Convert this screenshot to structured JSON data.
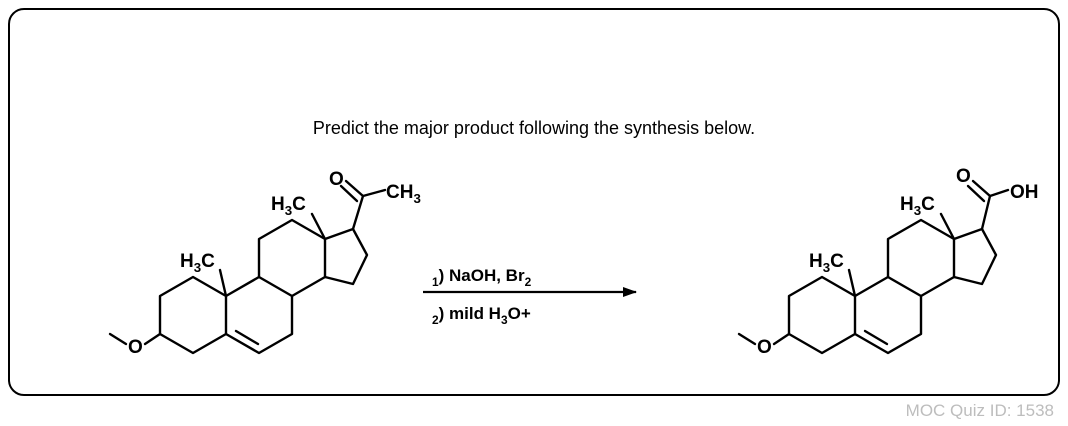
{
  "question": "Predict the major product following the synthesis below.",
  "quiz_id": "MOC Quiz ID: 1538",
  "reactant": {
    "labels": {
      "methyl_c10": "H3C",
      "methyl_c13": "H3C",
      "ketone_o": "O",
      "acetyl_methyl": "CH3",
      "ether_o": "O"
    }
  },
  "product": {
    "labels": {
      "methyl_c10": "H3C",
      "methyl_c13": "H3C",
      "acid_o": "O",
      "acid_oh": "OH",
      "ether_o": "O"
    }
  },
  "conditions": {
    "step1": "1) NaOH, Br2",
    "step2": "2) mild H3O+"
  }
}
